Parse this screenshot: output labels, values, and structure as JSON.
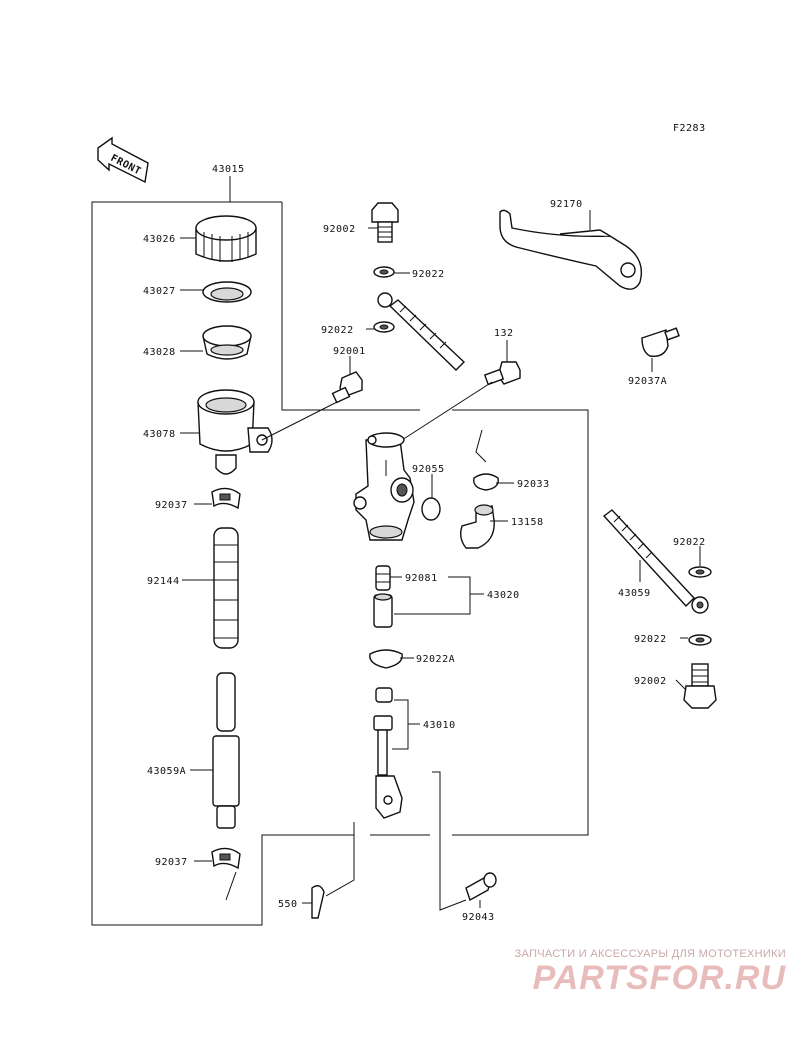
{
  "figure_code": "F2283",
  "front_label": "FRONT",
  "labels": {
    "p43015": "43015",
    "p43026": "43026",
    "p43027": "43027",
    "p43028": "43028",
    "p43078": "43078",
    "p92037_top": "92037",
    "p92144": "92144",
    "p43059A": "43059A",
    "p92037_bottom": "92037",
    "p92002_top": "92002",
    "p92022_a": "92022",
    "p92022_b": "92022",
    "p92001": "92001",
    "p132": "132",
    "p92055": "92055",
    "p92033": "92033",
    "p13158": "13158",
    "p92081": "92081",
    "p43020": "43020",
    "p92022A": "92022A",
    "p43010": "43010",
    "p550": "550",
    "p92043": "92043",
    "p92170": "92170",
    "p92037A": "92037A",
    "p92022_c": "92022",
    "p43059": "43059",
    "p92022_d": "92022",
    "p92002_bottom": "92002"
  },
  "watermark": {
    "tagline": "ЗАПЧАСТИ И АКСЕССУАРЫ ДЛЯ МОТОТЕХНИКИ",
    "logo": "PARTSFOR.RU",
    "color": "#e9bcbc"
  }
}
